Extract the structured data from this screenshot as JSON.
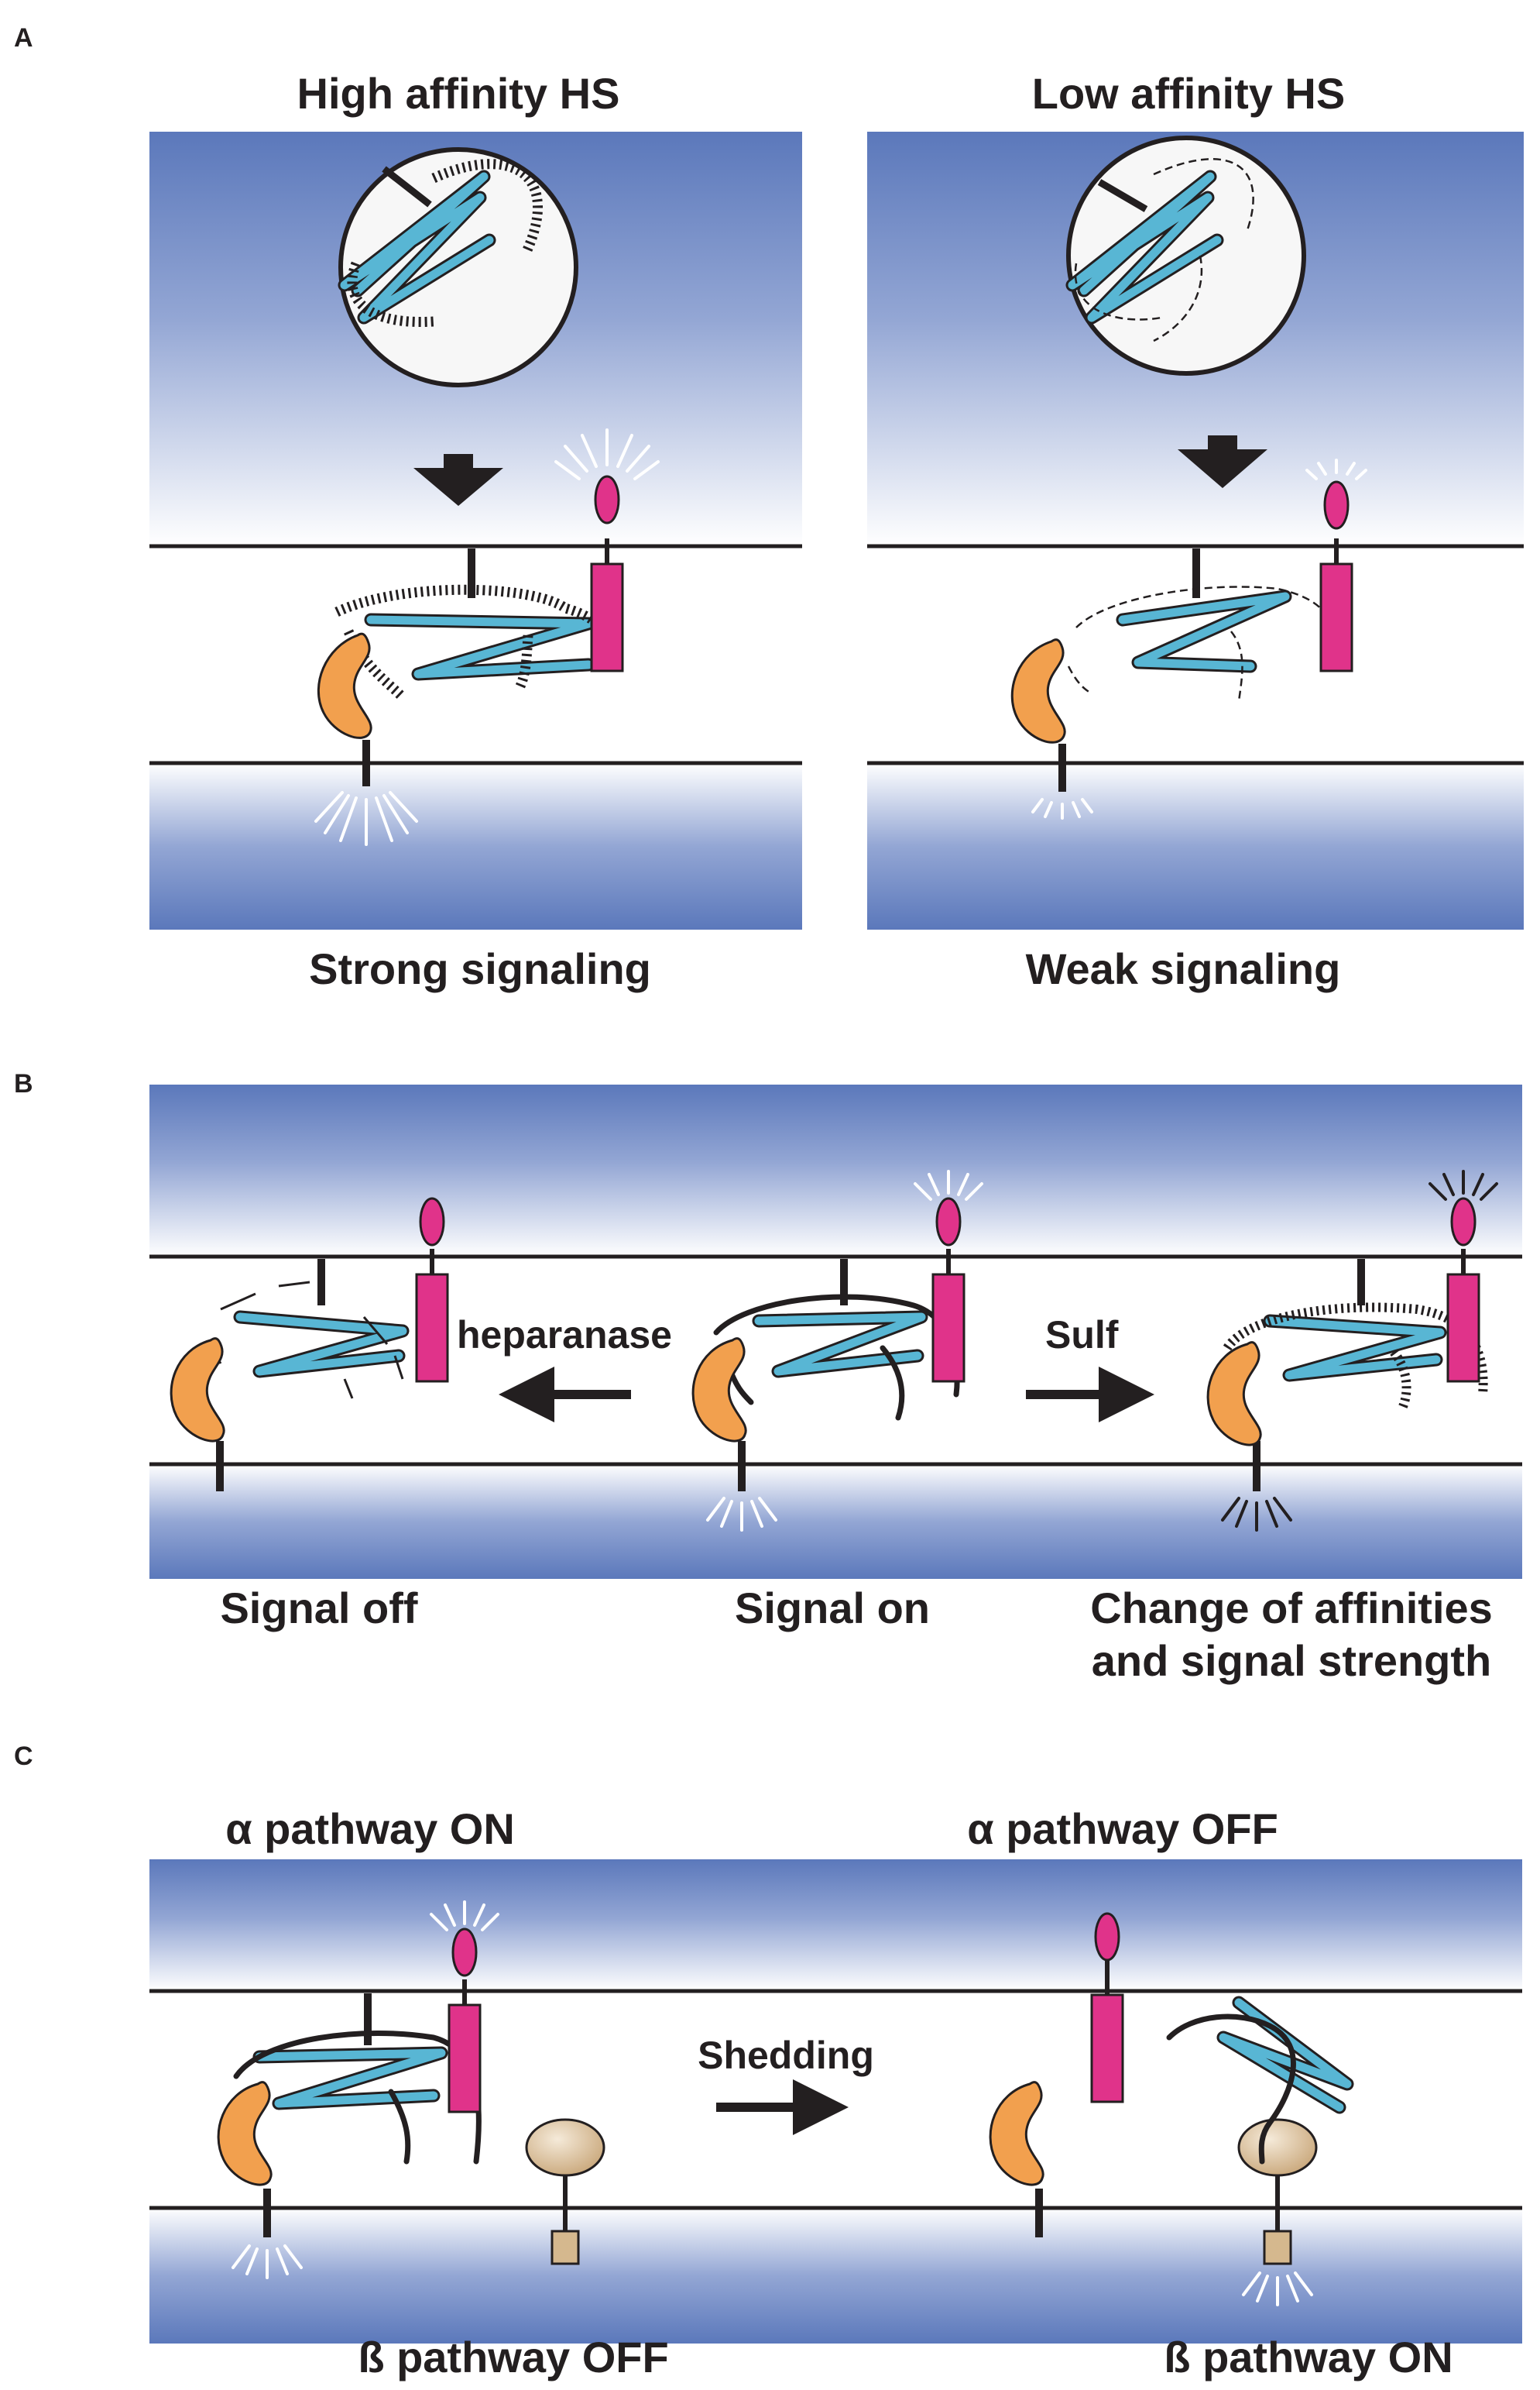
{
  "panels": {
    "a": {
      "letter": "A",
      "left_title": "High affinity HS",
      "right_title": "Low affinity HS",
      "left_caption": "Strong signaling",
      "right_caption": "Weak signaling"
    },
    "b": {
      "letter": "B",
      "heparanase_label": "heparanase",
      "sulf_label": "Sulf",
      "caption_left": "Signal off",
      "caption_mid": "Signal on",
      "caption_right_line1": "Change of affinities",
      "caption_right_line2": "and signal strength"
    },
    "c": {
      "letter": "C",
      "alpha_on": "α pathway ON",
      "alpha_off": "α pathway OFF",
      "shedding_label": "Shedding",
      "beta_off": "ß pathway OFF",
      "beta_on": "ß pathway ON"
    }
  },
  "colors": {
    "cell_blue": "#5b78bb",
    "gradient_light": "#ffffff",
    "hs_chain": "#58b6d4",
    "ligand_orange": "#f2a04e",
    "receptor_magenta": "#e0338a",
    "beta_receptor": "#c9a77a",
    "line": "#231f20"
  }
}
